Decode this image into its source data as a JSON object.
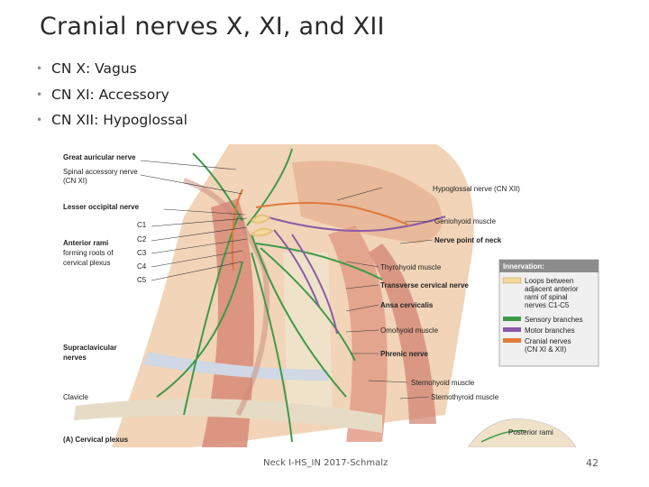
{
  "slide": {
    "title": "Cranial nerves X, XI, and XII",
    "bullets": [
      "CN X: Vagus",
      "CN XI: Accessory",
      "CN XII: Hypoglossal"
    ],
    "footer": "Neck I-HS_IN 2017-Schmalz",
    "page_number": "42"
  },
  "figure": {
    "caption": "(A) Cervical plexus",
    "left_labels": {
      "great_auricular": "Great auricular nerve",
      "spinal_accessory_1": "Spinal accessory nerve",
      "spinal_accessory_2": "(CN XI)",
      "lesser_occipital": "Lesser occipital nerve",
      "c1": "C1",
      "c2": "C2",
      "c3": "C3",
      "c4": "C4",
      "c5": "C5",
      "anterior_rami_1": "Anterior rami",
      "anterior_rami_2": "forming roots of",
      "anterior_rami_3": "cervical plexus",
      "supraclavicular_1": "Supraclavicular",
      "supraclavicular_2": "nerves",
      "clavicle": "Clavicle"
    },
    "right_labels": {
      "hypoglossal": "Hypoglossal nerve (CN XII)",
      "geniohyoid": "Geniohyoid muscle",
      "nerve_point": "Nerve point of neck",
      "thyrohyoid": "Thyrohyoid muscle",
      "transverse_cervical": "Transverse cervical nerve",
      "ansa_cervicalis": "Ansa cervicalis",
      "omohyoid": "Omohyoid muscle",
      "phrenic": "Phrenic nerve",
      "sternohyoid": "Sternohyoid muscle",
      "sternothyroid": "Sternothyroid muscle",
      "posterior_rami": "Posterior rami"
    },
    "legend": {
      "title": "Innervation:",
      "items": [
        {
          "label_lines": [
            "Loops between",
            "adjacent anterior",
            "rami of spinal",
            "nerves C1-C5"
          ],
          "color": "#f3d9a0"
        },
        {
          "label_lines": [
            "Sensory branches"
          ],
          "color": "#3e9a4a"
        },
        {
          "label_lines": [
            "Motor branches"
          ],
          "color": "#8a5aa8"
        },
        {
          "label_lines": [
            "Cranial nerves",
            "(CN XI & XII)"
          ],
          "color": "#e07a3a"
        }
      ]
    }
  }
}
